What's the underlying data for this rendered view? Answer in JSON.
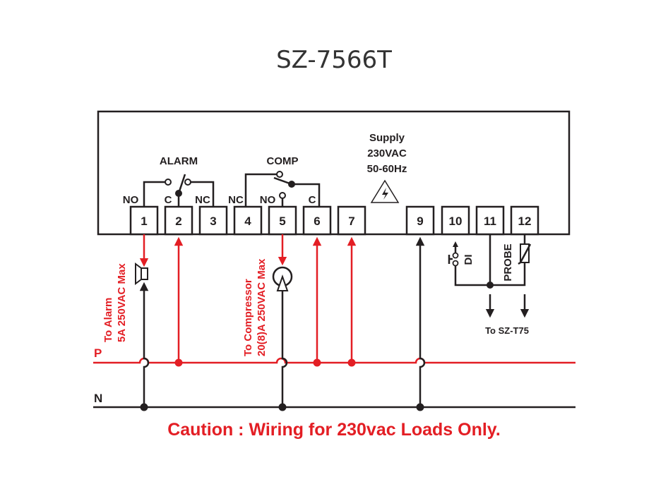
{
  "title": "SZ-7566T",
  "relays": {
    "alarm": {
      "label": "ALARM",
      "contacts": [
        "NO",
        "C",
        "NC"
      ]
    },
    "comp": {
      "label": "COMP",
      "contacts": [
        "NC",
        "NO",
        "C"
      ]
    }
  },
  "supply": {
    "line1": "Supply",
    "line2": "230VAC",
    "line3": "50-60Hz",
    "icon": "high-voltage-warning-icon"
  },
  "terminals": [
    "1",
    "2",
    "3",
    "4",
    "5",
    "6",
    "7",
    "9",
    "10",
    "11",
    "12"
  ],
  "inputs": {
    "di": "DI",
    "probe": "PROBE",
    "to_sensor": "To SZ-T75"
  },
  "loads": {
    "alarm": {
      "line1": "To Alarm",
      "line2": "5A 250VAC Max",
      "icon": "buzzer-icon"
    },
    "compressor": {
      "line1": "To Compressor",
      "line2": "20(8)A 250VAC Max",
      "icon": "compressor-icon"
    }
  },
  "lines": {
    "phase": "P",
    "neutral": "N"
  },
  "caution": "Caution : Wiring for 230vac Loads Only.",
  "colors": {
    "phase": "#e31e24",
    "neutral": "#231f20"
  }
}
